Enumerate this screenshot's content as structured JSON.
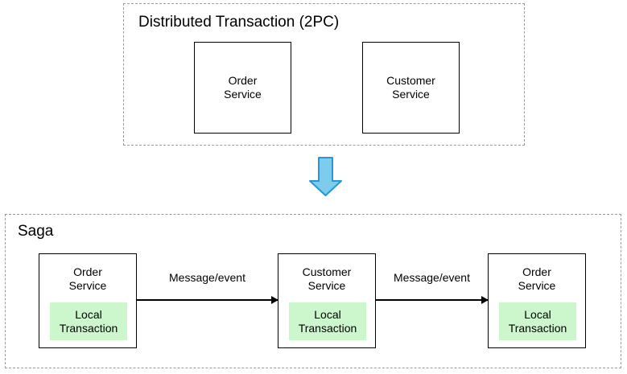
{
  "diagram": {
    "groups": [
      {
        "id": "distributed-transaction",
        "title": "Distributed Transaction (2PC)",
        "services": [
          {
            "id": "order-service",
            "name": "Order\nService"
          },
          {
            "id": "customer-service",
            "name": "Customer\nService"
          }
        ]
      },
      {
        "id": "saga",
        "title": "Saga",
        "services": [
          {
            "id": "order-service-1",
            "name": "Order\nService",
            "local": "Local\nTransaction"
          },
          {
            "id": "customer-service-1",
            "name": "Customer\nService",
            "local": "Local\nTransaction"
          },
          {
            "id": "order-service-2",
            "name": "Order\nService",
            "local": "Local\nTransaction"
          }
        ],
        "connectors": [
          {
            "id": "connector-1",
            "label": "Message/event"
          },
          {
            "id": "connector-2",
            "label": "Message/event"
          }
        ]
      }
    ],
    "transition_arrow": {
      "name": "down-arrow-icon",
      "direction": "down",
      "fill": "#7fcbeb",
      "stroke": "#2596d6"
    },
    "colors": {
      "box_border": "#000000",
      "group_border": "#9a9a9a",
      "local_transaction_fill": "#ccf7cc",
      "background": "#ffffff",
      "text": "#000000"
    }
  }
}
